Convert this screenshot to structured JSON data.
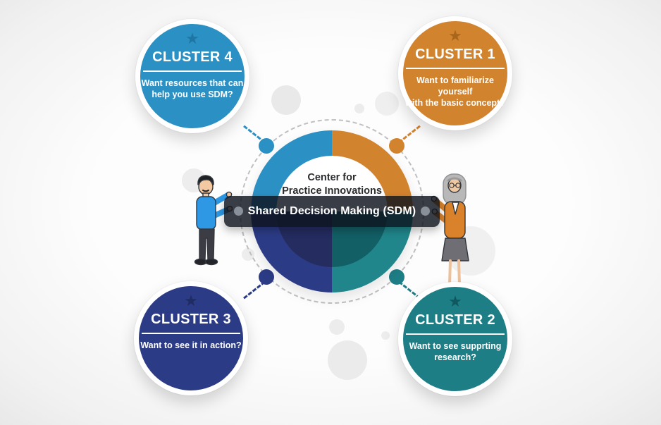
{
  "diagram": {
    "center": {
      "org_line1": "Center for",
      "org_line2": "Practice Innovations",
      "banner_label": "Shared Decision Making (SDM)",
      "banner_color": "rgba(14,19,29,0.82)",
      "quadrants": {
        "top_left": "#2B90C4",
        "top_right": "#D2832E",
        "bottom_left": "#2C3B86",
        "bottom_right": "#20868B",
        "inner_bottom_left": "#242C60",
        "inner_bottom_right": "#125F66"
      }
    },
    "clusters": [
      {
        "title": "CLUSTER 1",
        "description": "Want to familiarize yourself\nwith the basic concept?",
        "position": "top-right",
        "color": "#D2832E",
        "star_color": "#A8661C"
      },
      {
        "title": "CLUSTER 2",
        "description": "Want to see supprting\nresearch?",
        "position": "bottom-right",
        "color": "#1E7E86",
        "star_color": "#10575F"
      },
      {
        "title": "CLUSTER 3",
        "description": "Want to see it in action?",
        "position": "bottom-left",
        "color": "#2C3B86",
        "star_color": "#1F2C64"
      },
      {
        "title": "CLUSTER 4",
        "description": "Want resources that can\nhelp you use SDM?",
        "position": "top-left",
        "color": "#2B90C4",
        "star_color": "#1E76A4"
      }
    ]
  }
}
